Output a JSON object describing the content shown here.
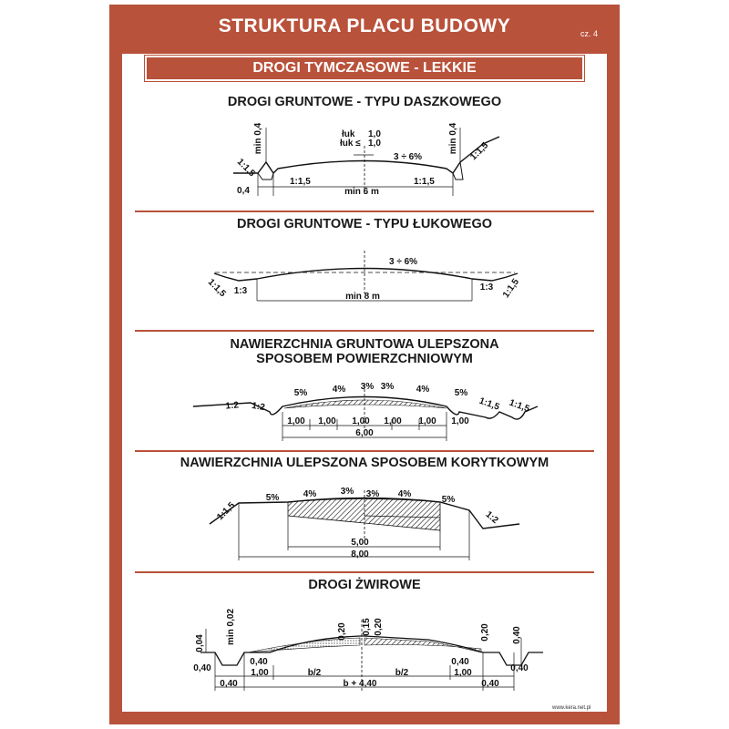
{
  "title": "STRUKTURA PLACU BUDOWY",
  "part": "cz. 4",
  "subtitle": "DROGI TYMCZASOWE - LEKKIE",
  "sections": [
    {
      "title": "DROGI GRUNTOWE - TYPU DASZKOWEGO",
      "labels": {
        "min04_left": "min 0,4",
        "min04_right": "min 0,4",
        "slope_left": "1:1,5",
        "slope_right": "1:1,5",
        "luk1": "łuk",
        "luk1_val": "1,0",
        "luk2": "łuk ≤",
        "luk2_val": "1,0",
        "grade": "3 ÷ 6%",
        "width04": "0,4",
        "inner_left": "1:1,5",
        "inner_right": "1:1,5",
        "width": "min 6 m"
      }
    },
    {
      "title": "DROGI GRUNTOWE - TYPU ŁUKOWEGO",
      "labels": {
        "grade": "3 ÷ 6%",
        "slope_left": "1:1,5",
        "inner_left": "1:3",
        "width": "min 8 m",
        "inner_right": "1:3",
        "slope_right": "1:1,5"
      }
    },
    {
      "title_line1": "NAWIERZCHNIA GRUNTOWA ULEPSZONA",
      "title_line2": "SPOSOBEM POWIERZCHNIOWYM",
      "labels": {
        "s1": "1:2",
        "s2": "1:2",
        "s3": "1:1,5",
        "s4": "1:1,5",
        "p5a": "5%",
        "p4a": "4%",
        "p3a": "3%",
        "p3b": "3%",
        "p4b": "4%",
        "p5b": "5%",
        "d": [
          "1,00",
          "1,00",
          "1,00",
          "1,00",
          "1,00",
          "1,00"
        ],
        "total": "6,00"
      }
    },
    {
      "title": "NAWIERZCHNIA ULEPSZONA SPOSOBEM KORYTKOWYM",
      "labels": {
        "slope_left": "1:1,5",
        "p5a": "5%",
        "p4a": "4%",
        "p3a": "3%",
        "p3b": "3%",
        "p4b": "4%",
        "p5b": "5%",
        "slope_right": "1:2",
        "inner": "5,00",
        "total": "8,00"
      }
    },
    {
      "title": "DROGI ŻWIROWE",
      "labels": {
        "v004": "0,04",
        "vmin002": "min 0,02",
        "v020a": "0,20",
        "v015": "0,15",
        "v020b": "0,20",
        "v020c": "0,20",
        "v040r": "0,40",
        "h040a": "0,40",
        "h040b": "0,40",
        "h100a": "1,00",
        "hb2a": "b/2",
        "hb2b": "b/2",
        "h040c": "0,40",
        "h100b": "1,00",
        "h040d": "0,40",
        "h040e": "0,40",
        "h040f": "0,40",
        "total": "b + 4,40"
      }
    }
  ],
  "footer": "www.kera.net.pl",
  "colors": {
    "brand": "#b9523b",
    "ink": "#111111"
  }
}
